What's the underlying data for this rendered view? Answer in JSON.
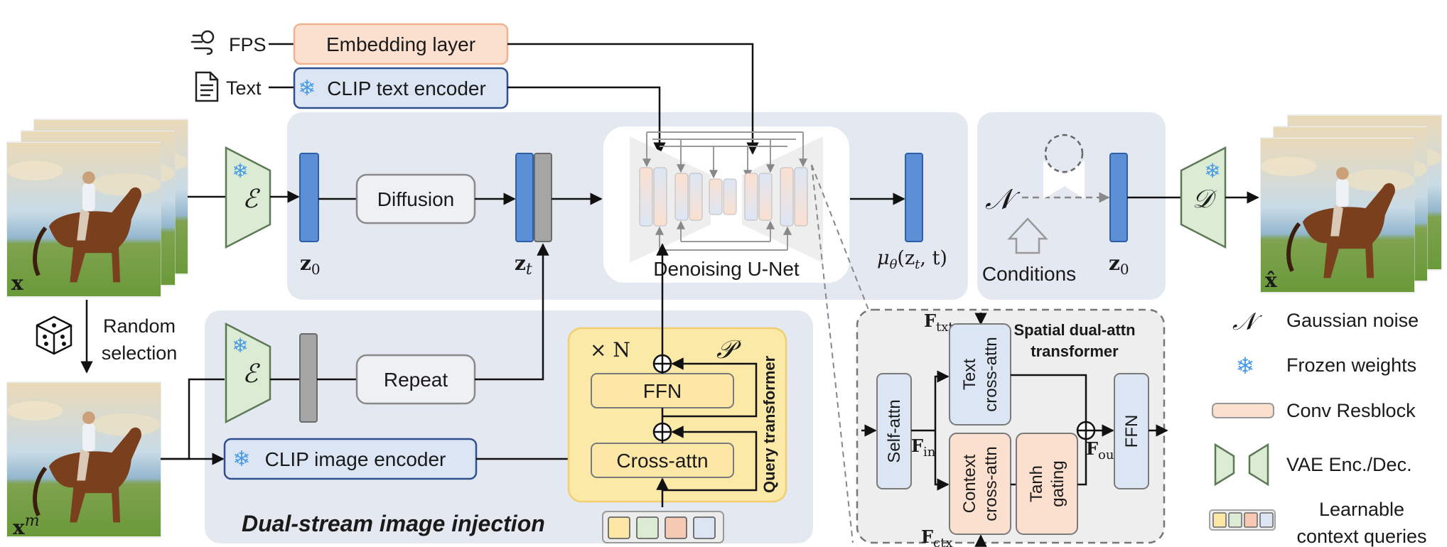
{
  "inputs": {
    "fps_label": "FPS",
    "text_label": "Text",
    "embedding_layer": "Embedding layer",
    "clip_text_encoder": "CLIP text encoder"
  },
  "top_stream": {
    "x_label": "x",
    "encoder_symbol": "ℰ",
    "z0_label": "z",
    "z0_sub": "0",
    "diffusion_label": "Diffusion",
    "zt_label": "z",
    "zt_sub": "t",
    "unet_label": "Denoising U-Net",
    "mu_label": "μ",
    "mu_sub": "θ",
    "mu_args": "(z",
    "mu_args_sub": "t",
    "mu_args_end": ", t)"
  },
  "inference": {
    "noise_symbol": "𝒩",
    "conditions_label": "Conditions",
    "z0_label": "z",
    "z0_sub": "0",
    "decoder_symbol": "𝒟",
    "xhat_label": "x̂"
  },
  "sampling": {
    "random_selection_line1": "Random",
    "random_selection_line2": "selection",
    "xm_label": "x",
    "xm_sup": "m"
  },
  "dual_stream": {
    "encoder_symbol": "ℰ",
    "repeat_label": "Repeat",
    "clip_image_encoder": "CLIP image encoder",
    "title": "Dual-stream image injection",
    "times_n": "× N",
    "p_symbol": "𝒫",
    "ffn_label": "FFN",
    "cross_attn_label": "Cross-attn",
    "query_transformer_label": "Query transformer"
  },
  "spatial": {
    "title_line1": "Spatial dual-attn",
    "title_line2": "transformer",
    "f_txt": "F",
    "f_txt_sub": "txt",
    "f_in": "F",
    "f_in_sub": "in",
    "f_ctx": "F",
    "f_ctx_sub": "ctx",
    "f_out": "F",
    "f_out_sub": "out",
    "self_attn": "Self-attn",
    "text_cross_attn_line1": "Text",
    "text_cross_attn_line2": "cross-attn",
    "context_cross_attn_line1": "Context",
    "context_cross_attn_line2": "cross-attn",
    "tanh_gating_line1": "Tanh",
    "tanh_gating_line2": "gating",
    "ffn_label": "FFN"
  },
  "legend": {
    "gaussian_noise_symbol": "𝒩",
    "gaussian_noise": "Gaussian noise",
    "frozen_weights": "Frozen weights",
    "conv_resblock": "Conv Resblock",
    "vae": "VAE Enc./Dec.",
    "learnable_line1": "Learnable",
    "learnable_line2": "context queries"
  },
  "colors": {
    "latent_blue": "#5b8fd6",
    "latent_gray": "#a5a5a5",
    "panel_bg": "#e4e8f0",
    "vae_green": "#dcebd4",
    "conv_peach": "#fbe0d0",
    "query_yellow": "#fbe9a8",
    "frozen_blue": "#4a9be8"
  }
}
